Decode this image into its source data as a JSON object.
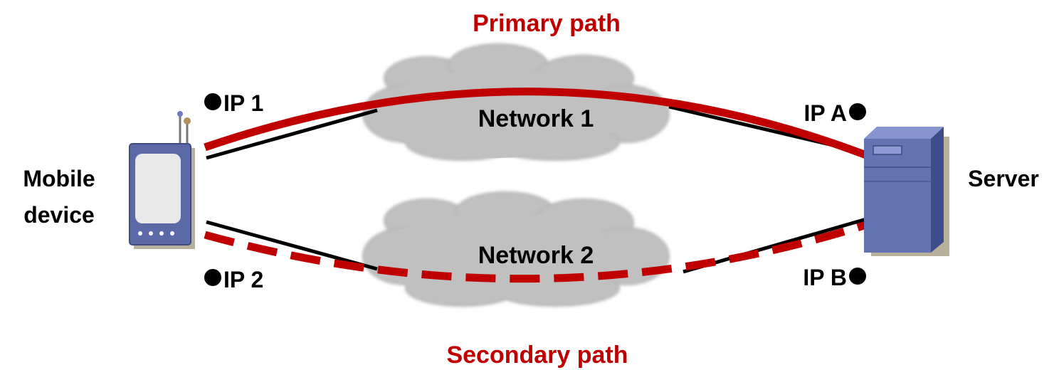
{
  "paths": {
    "primary_label": "Primary path",
    "secondary_label": "Secondary path",
    "color": "#c00000"
  },
  "networks": [
    {
      "label": "Network 1"
    },
    {
      "label": "Network 2"
    }
  ],
  "nodes": {
    "mobile": {
      "label_line1": "Mobile",
      "label_line2": "device"
    },
    "server": {
      "label": "Server"
    }
  },
  "addresses": {
    "ip1": "IP 1",
    "ip2": "IP 2",
    "ipA": "IP A",
    "ipB": "IP B"
  },
  "colors": {
    "cloud_fill": "#c0c0c0",
    "link": "#000000",
    "device_body": "#5b6aa6",
    "device_screen": "#e8e8e8",
    "server_body": "#6474b3"
  }
}
